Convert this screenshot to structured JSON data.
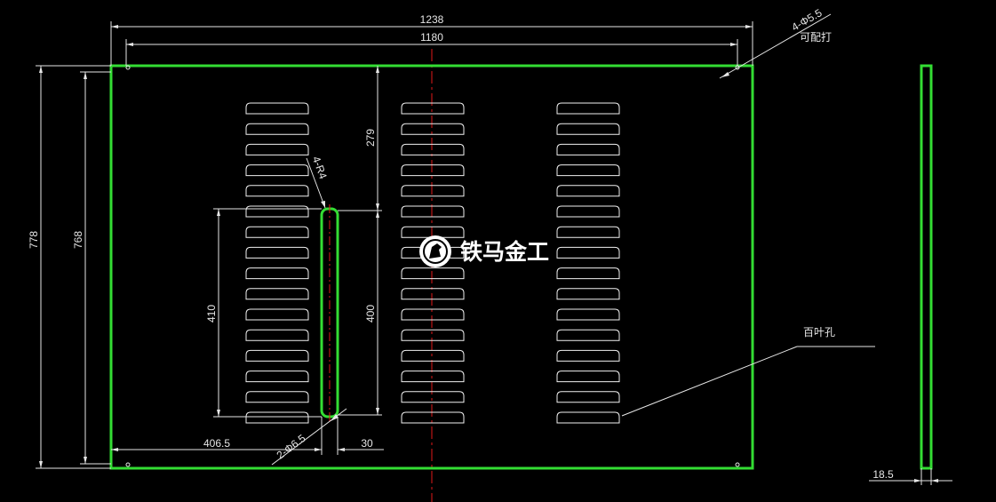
{
  "drawing": {
    "colors": {
      "background": "#000000",
      "outline": "#33dd33",
      "dim": "#e6e6e6",
      "centerline": "#e01818",
      "slot": "#f0f0f0"
    },
    "dimensions": {
      "overall_width": "1238",
      "inner_width": "1180",
      "overall_height": "778",
      "inner_height": "768",
      "top_offset": "279",
      "slot_length": "400",
      "left_height": "410",
      "left_offset": "406.5",
      "slot_width": "30",
      "thickness": "18.5",
      "radius_callout": "4-R4",
      "hole_callout_bottom": "2-Φ6.5",
      "hole_callout_top": "4-Φ5.5"
    },
    "notes": {
      "match_drill": "可配打",
      "louver_label": "百叶孔"
    },
    "louver_columns": 3,
    "louvers_per_column": 16,
    "watermark": {
      "text": "铁马金工",
      "logo": "horse-logo"
    }
  }
}
